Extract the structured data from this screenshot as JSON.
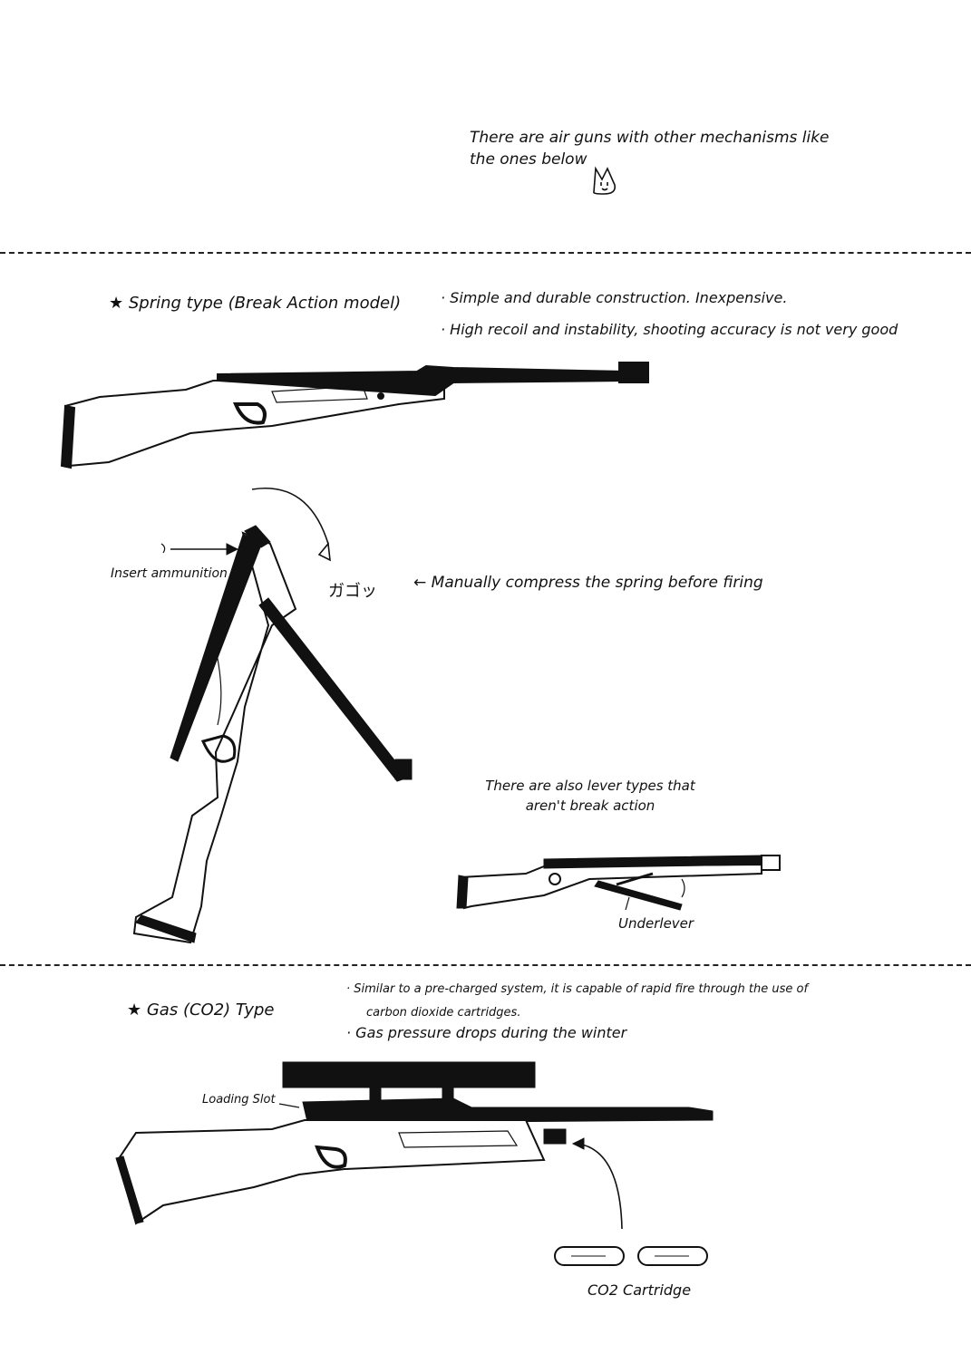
{
  "intro": {
    "line1": "There are air guns with other mechanisms like",
    "line2": "the ones below"
  },
  "spring": {
    "heading": "Spring type (Break Action model)",
    "bullet1": "Simple and durable construction. Inexpensive.",
    "bullet2": "High recoil and instability, shooting accuracy is not very good",
    "insert_label": "Insert ammunition",
    "sfx": "ガゴッ",
    "compress_label": "Manually compress the spring before firing",
    "lever_note_line1": "There are also lever types that",
    "lever_note_line2": "aren't break action",
    "underlever_label": "Underlever"
  },
  "gas": {
    "heading": "Gas (CO2) Type",
    "bullet1_line1": "Similar to a pre-charged system, it is capable of rapid fire through the use of",
    "bullet1_line2": "carbon dioxide cartridges.",
    "bullet2": "Gas pressure drops during the winter",
    "loading_slot_label": "Loading Slot",
    "cartridge_label": "CO2 Cartridge"
  },
  "icons": [
    "star-bullet-icon",
    "cat-face-icon",
    "arrow-icon"
  ],
  "colors": {
    "ink": "#111111",
    "paper": "#ffffff"
  }
}
